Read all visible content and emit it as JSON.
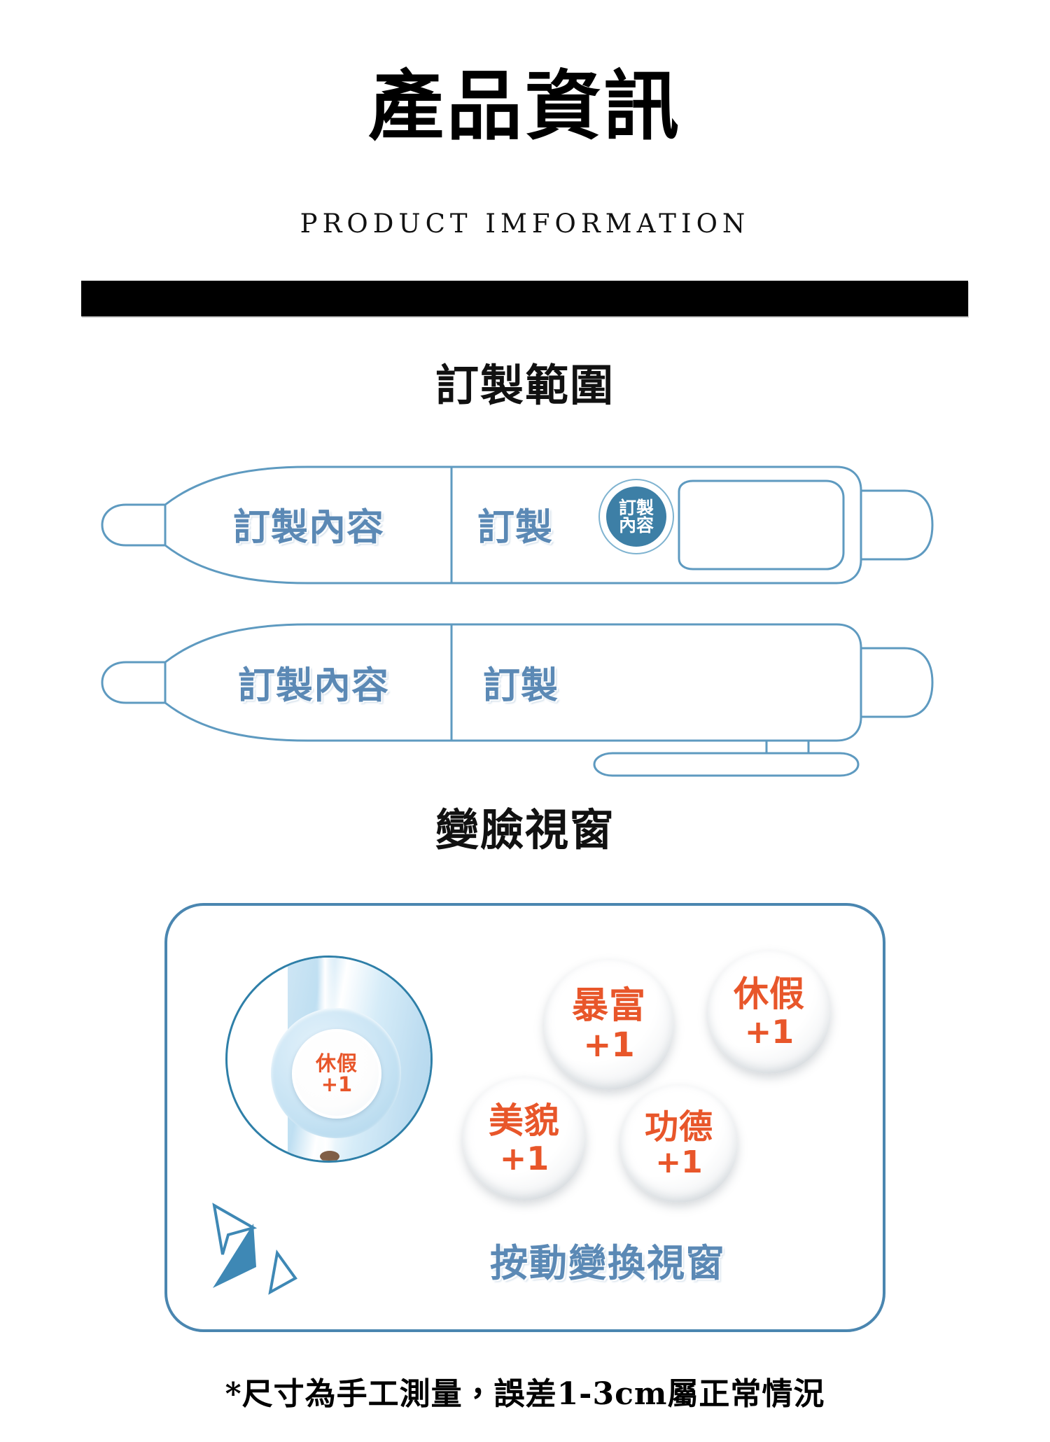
{
  "header": {
    "title": "產品資訊",
    "subtitle": "PRODUCT IMFORMATION"
  },
  "sections": [
    {
      "heading": "訂製範圍",
      "pens": [
        {
          "name": "pen-with-badge",
          "labels": [
            "訂製內容",
            "訂製"
          ],
          "badge": {
            "line1": "訂製",
            "line2": "內容"
          }
        },
        {
          "name": "pen-with-clip",
          "labels": [
            "訂製內容",
            "訂製"
          ]
        }
      ]
    },
    {
      "heading": "變臉視窗",
      "photo": {
        "window_word": "休假",
        "window_plus": "+1"
      },
      "bubbles": [
        {
          "word": "暴富",
          "plus": "+1"
        },
        {
          "word": "休假",
          "plus": "+1"
        },
        {
          "word": "美貌",
          "plus": "+1"
        },
        {
          "word": "功德",
          "plus": "+1"
        }
      ],
      "caption": "按動變換視窗"
    }
  ],
  "footer": {
    "note": "*尺寸為手工測量，誤差1-3cm屬正常情況"
  },
  "colors": {
    "bar": "#000000",
    "pen_outline": "#5E9AC0",
    "pen_label": "#5B89B5",
    "badge_fill": "#3D7FA6",
    "card_border": "#4A86B0",
    "bubble_text": "#E8562A",
    "cursor": "#3E88B5"
  }
}
